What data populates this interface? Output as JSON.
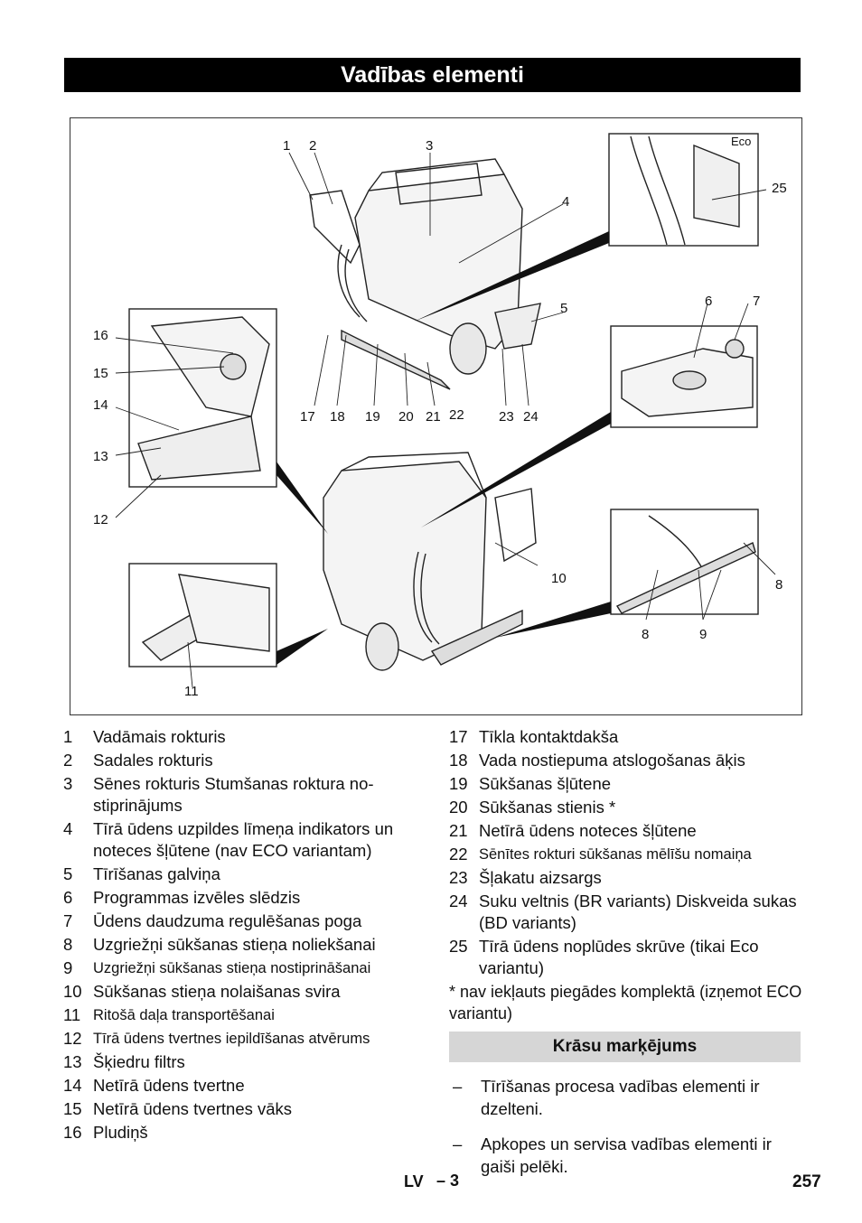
{
  "header": {
    "title": "Vadības elementi"
  },
  "figure": {
    "eco_label": "Eco",
    "callouts": [
      "1",
      "2",
      "3",
      "4",
      "5",
      "6",
      "7",
      "8",
      "8",
      "9",
      "10",
      "11",
      "12",
      "13",
      "14",
      "15",
      "16",
      "17",
      "18",
      "19",
      "20",
      "21",
      "22",
      "23",
      "24",
      "25"
    ]
  },
  "legend_left": [
    {
      "num": "1",
      "text": "Vadāmais rokturis"
    },
    {
      "num": "2",
      "text": "Sadales rokturis"
    },
    {
      "num": "3",
      "text": "Sēnes rokturis  Stumšanas roktura no-stiprinājums"
    },
    {
      "num": "4",
      "text": "Tīrā ūdens uzpildes līmeņa indikators un noteces šļūtene (nav ECO variantam)"
    },
    {
      "num": "5",
      "text": "Tīrīšanas galviņa"
    },
    {
      "num": "6",
      "text": "Programmas izvēles slēdzis"
    },
    {
      "num": "7",
      "text": "Ūdens daudzuma regulēšanas poga"
    },
    {
      "num": "8",
      "text": "Uzgriežņi sūkšanas stieņa noliekšanai"
    },
    {
      "num": "9",
      "text": "Uzgriežņi sūkšanas stieņa nostiprināšanai"
    },
    {
      "num": "10",
      "text": "Sūkšanas stieņa nolaišanas svira"
    },
    {
      "num": "11",
      "text": "Ritošā daļa transportēšanai"
    },
    {
      "num": "12",
      "text": "Tīrā ūdens tvertnes iepildīšanas atvērums"
    },
    {
      "num": "13",
      "text": "Šķiedru filtrs"
    },
    {
      "num": "14",
      "text": "Netīrā ūdens tvertne"
    },
    {
      "num": "15",
      "text": "Netīrā ūdens tvertnes vāks"
    },
    {
      "num": "16",
      "text": "Pludiņš"
    }
  ],
  "legend_right": [
    {
      "num": "17",
      "text": "Tīkla kontaktdakša"
    },
    {
      "num": "18",
      "text": "Vada nostiepuma atslogošanas āķis"
    },
    {
      "num": "19",
      "text": "Sūkšanas šļūtene"
    },
    {
      "num": "20",
      "text": "Sūkšanas stienis *"
    },
    {
      "num": "21",
      "text": "Netīrā ūdens noteces šļūtene"
    },
    {
      "num": "22",
      "text": "Sēnītes rokturi sūkšanas mēlīšu nomaiņa"
    },
    {
      "num": "23",
      "text": "Šļakatu aizsargs"
    },
    {
      "num": "24",
      "text": "Suku veltnis (BR variants) Diskveida sukas (BD variants)"
    },
    {
      "num": "25",
      "text": "Tīrā ūdens noplūdes skrūve (tikai Eco variantu)"
    }
  ],
  "footnote": "* nav iekļauts piegādes komplektā (izņemot ECO variantu)",
  "color_section": {
    "title": "Krāsu marķējums",
    "bullets": [
      "Tīrīšanas procesa vadības elementi ir dzelteni.",
      "Apkopes un servisa vadības elementi ir gaiši pelēki."
    ]
  },
  "footer": {
    "lang": "LV",
    "page_marker": "– 3",
    "page_number": "257"
  }
}
